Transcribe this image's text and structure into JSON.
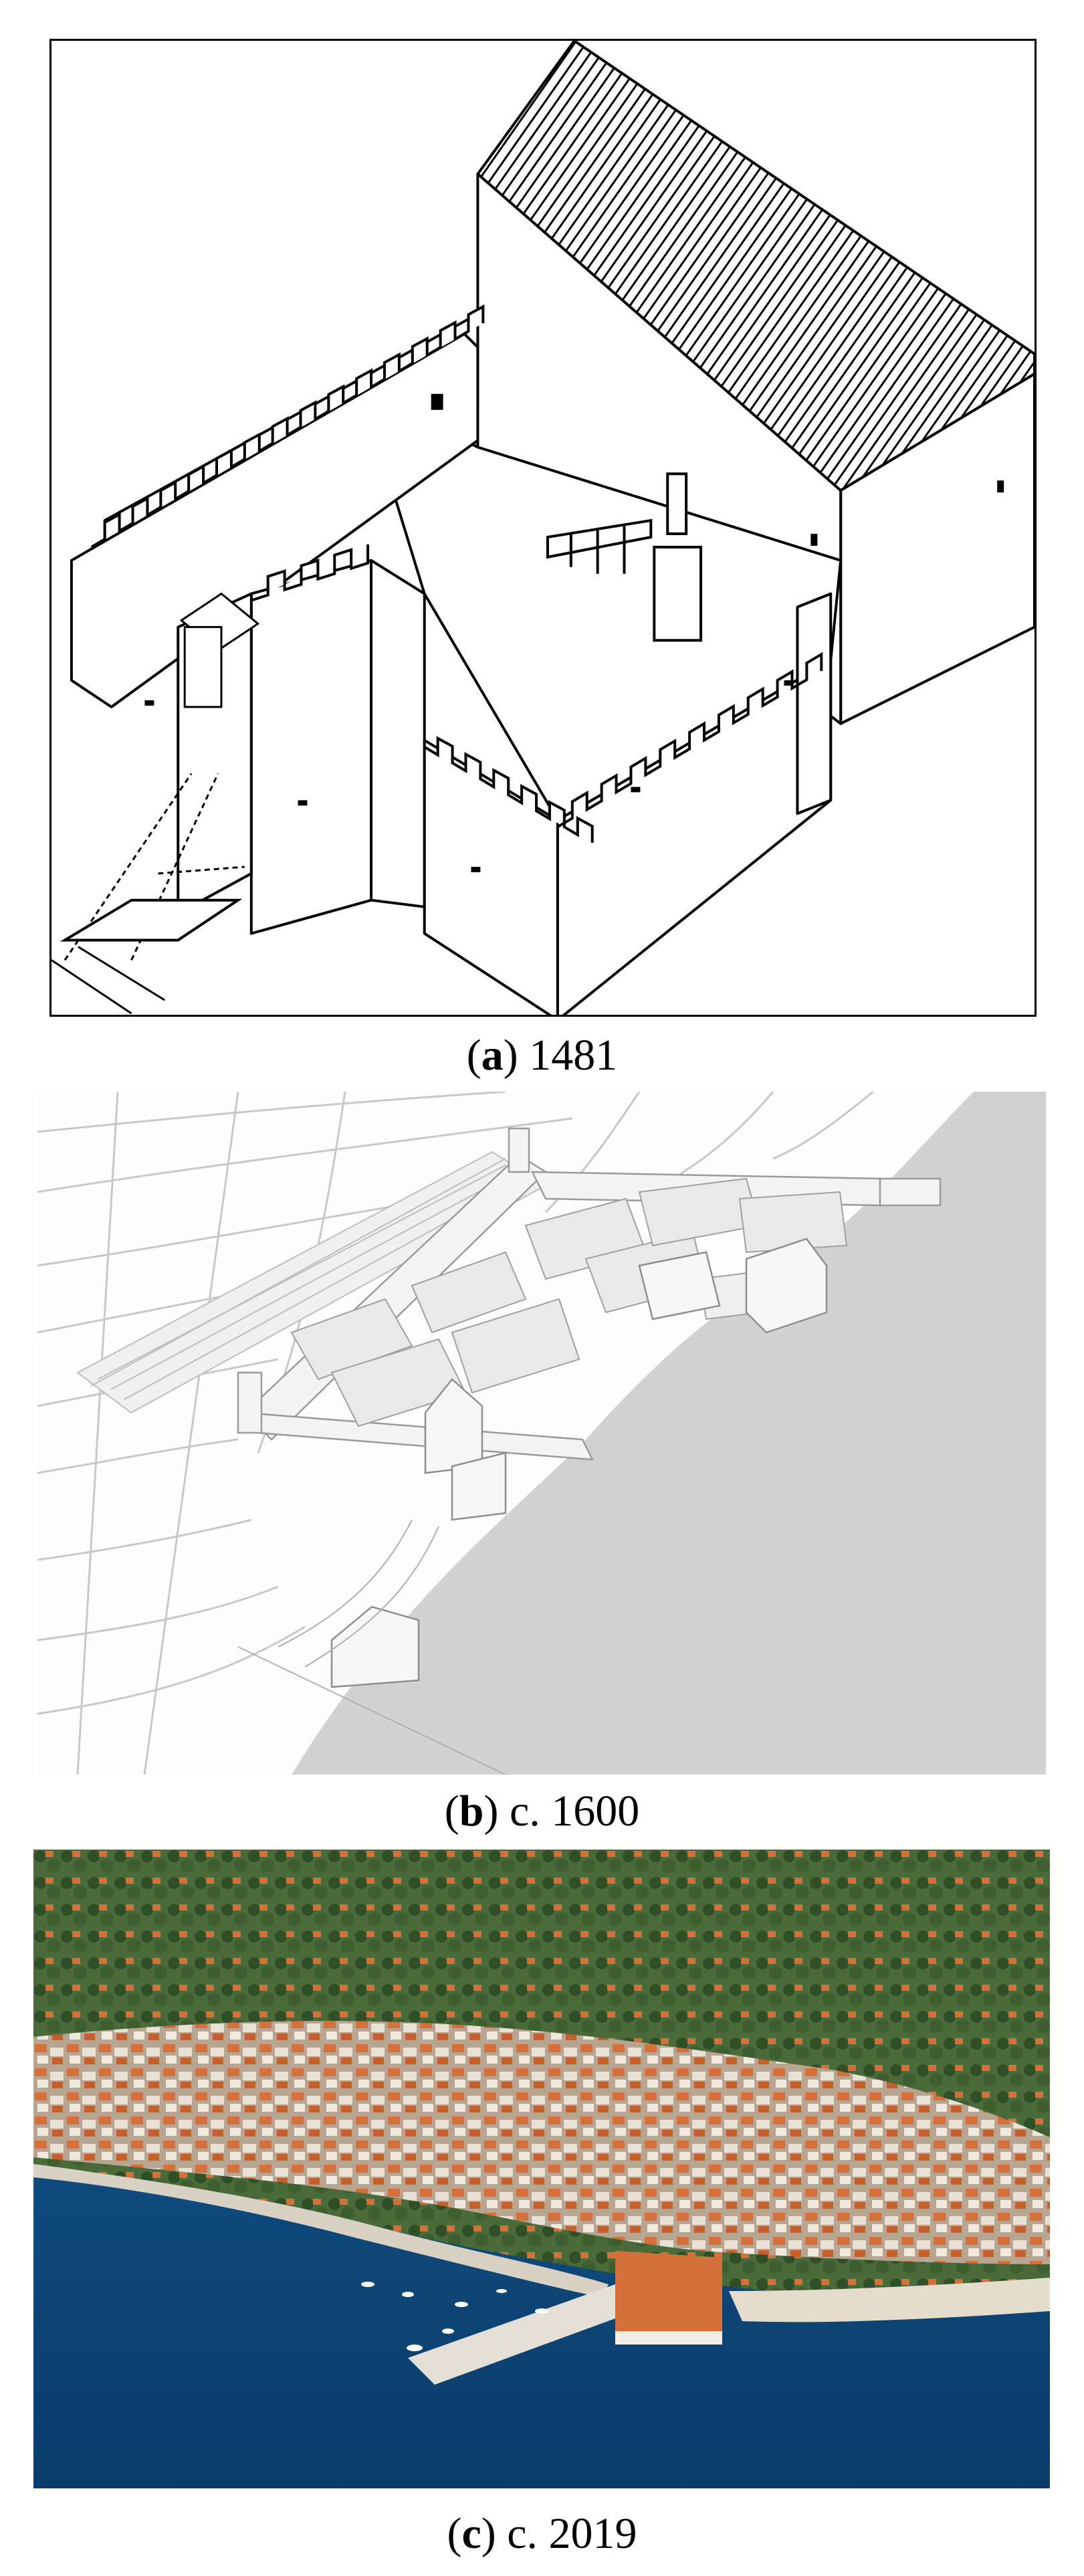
{
  "figure": {
    "panels": [
      {
        "letter": "a",
        "date": "1481",
        "kind": "line drawing of castle"
      },
      {
        "letter": "b",
        "date": "c. 1600",
        "kind": "3D model of walled town"
      },
      {
        "letter": "c",
        "date": "c. 2019",
        "kind": "aerial photograph of town"
      }
    ]
  },
  "colors": {
    "sea_grey": "#d2d2d2",
    "sea_blue": "#0d4f86",
    "roof_orange": "#d5703a",
    "line": "#000000"
  }
}
